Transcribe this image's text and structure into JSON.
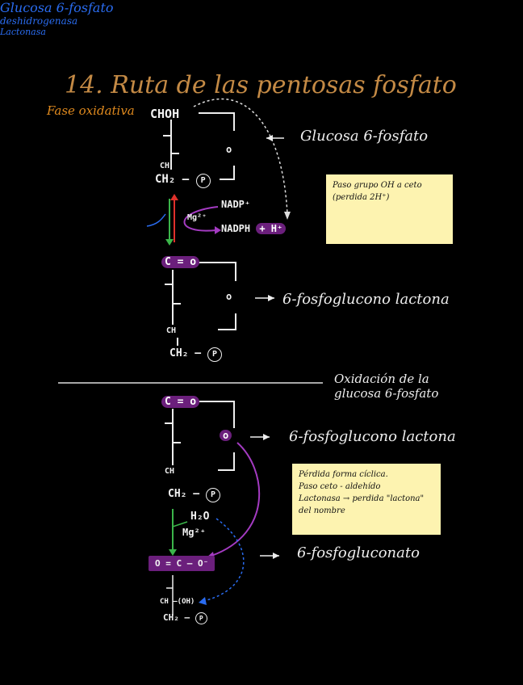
{
  "title": "14. Ruta de las pentosas fosfato",
  "subtitle": "Fase oxidativa",
  "section1": {
    "top_group": "CHOH",
    "ch": "CH",
    "ch2": "CH₂ –",
    "ring_o": "o",
    "phosphate": "P",
    "molecule_label": "Glucosa 6-fosfato",
    "enzyme": "Glucosa 6-fosfato deshidrogenasa",
    "cofactor": "Mg²⁺",
    "nadp": "NADP⁺",
    "nadph": "NADPH",
    "plus_h": "+ H⁺",
    "note": [
      "Paso grupo OH a ceto",
      "(perdida 2H⁺)"
    ]
  },
  "section2": {
    "top_group": "C = o",
    "ch": "CH",
    "ch2": "CH₂ –",
    "ring_o": "o",
    "phosphate": "P",
    "molecule_label": "6-fosfoglucono lactona"
  },
  "divider_label": [
    "Oxidación de la",
    "glucosa 6-fosfato"
  ],
  "section3": {
    "top_group": "C = o",
    "ch": "CH",
    "ch2": "CH₂ –",
    "ring_o": "o",
    "phosphate": "P",
    "molecule_label": "6-fosfoglucono lactona",
    "note": [
      "Pérdida forma cíclica.",
      "Paso ceto - aldehído",
      "Lactonasa → perdida \"lactona\"",
      "del nombre"
    ],
    "enzyme": "Lactonasa",
    "water": "H₂O",
    "cofactor": "Mg²⁺",
    "carboxyl": "O = C – O⁻",
    "ch_oh": "CH –(OH)",
    "ch2_end": "CH₂ –",
    "end_phosphate": "P",
    "product_label": "6-fosfogluconato"
  }
}
